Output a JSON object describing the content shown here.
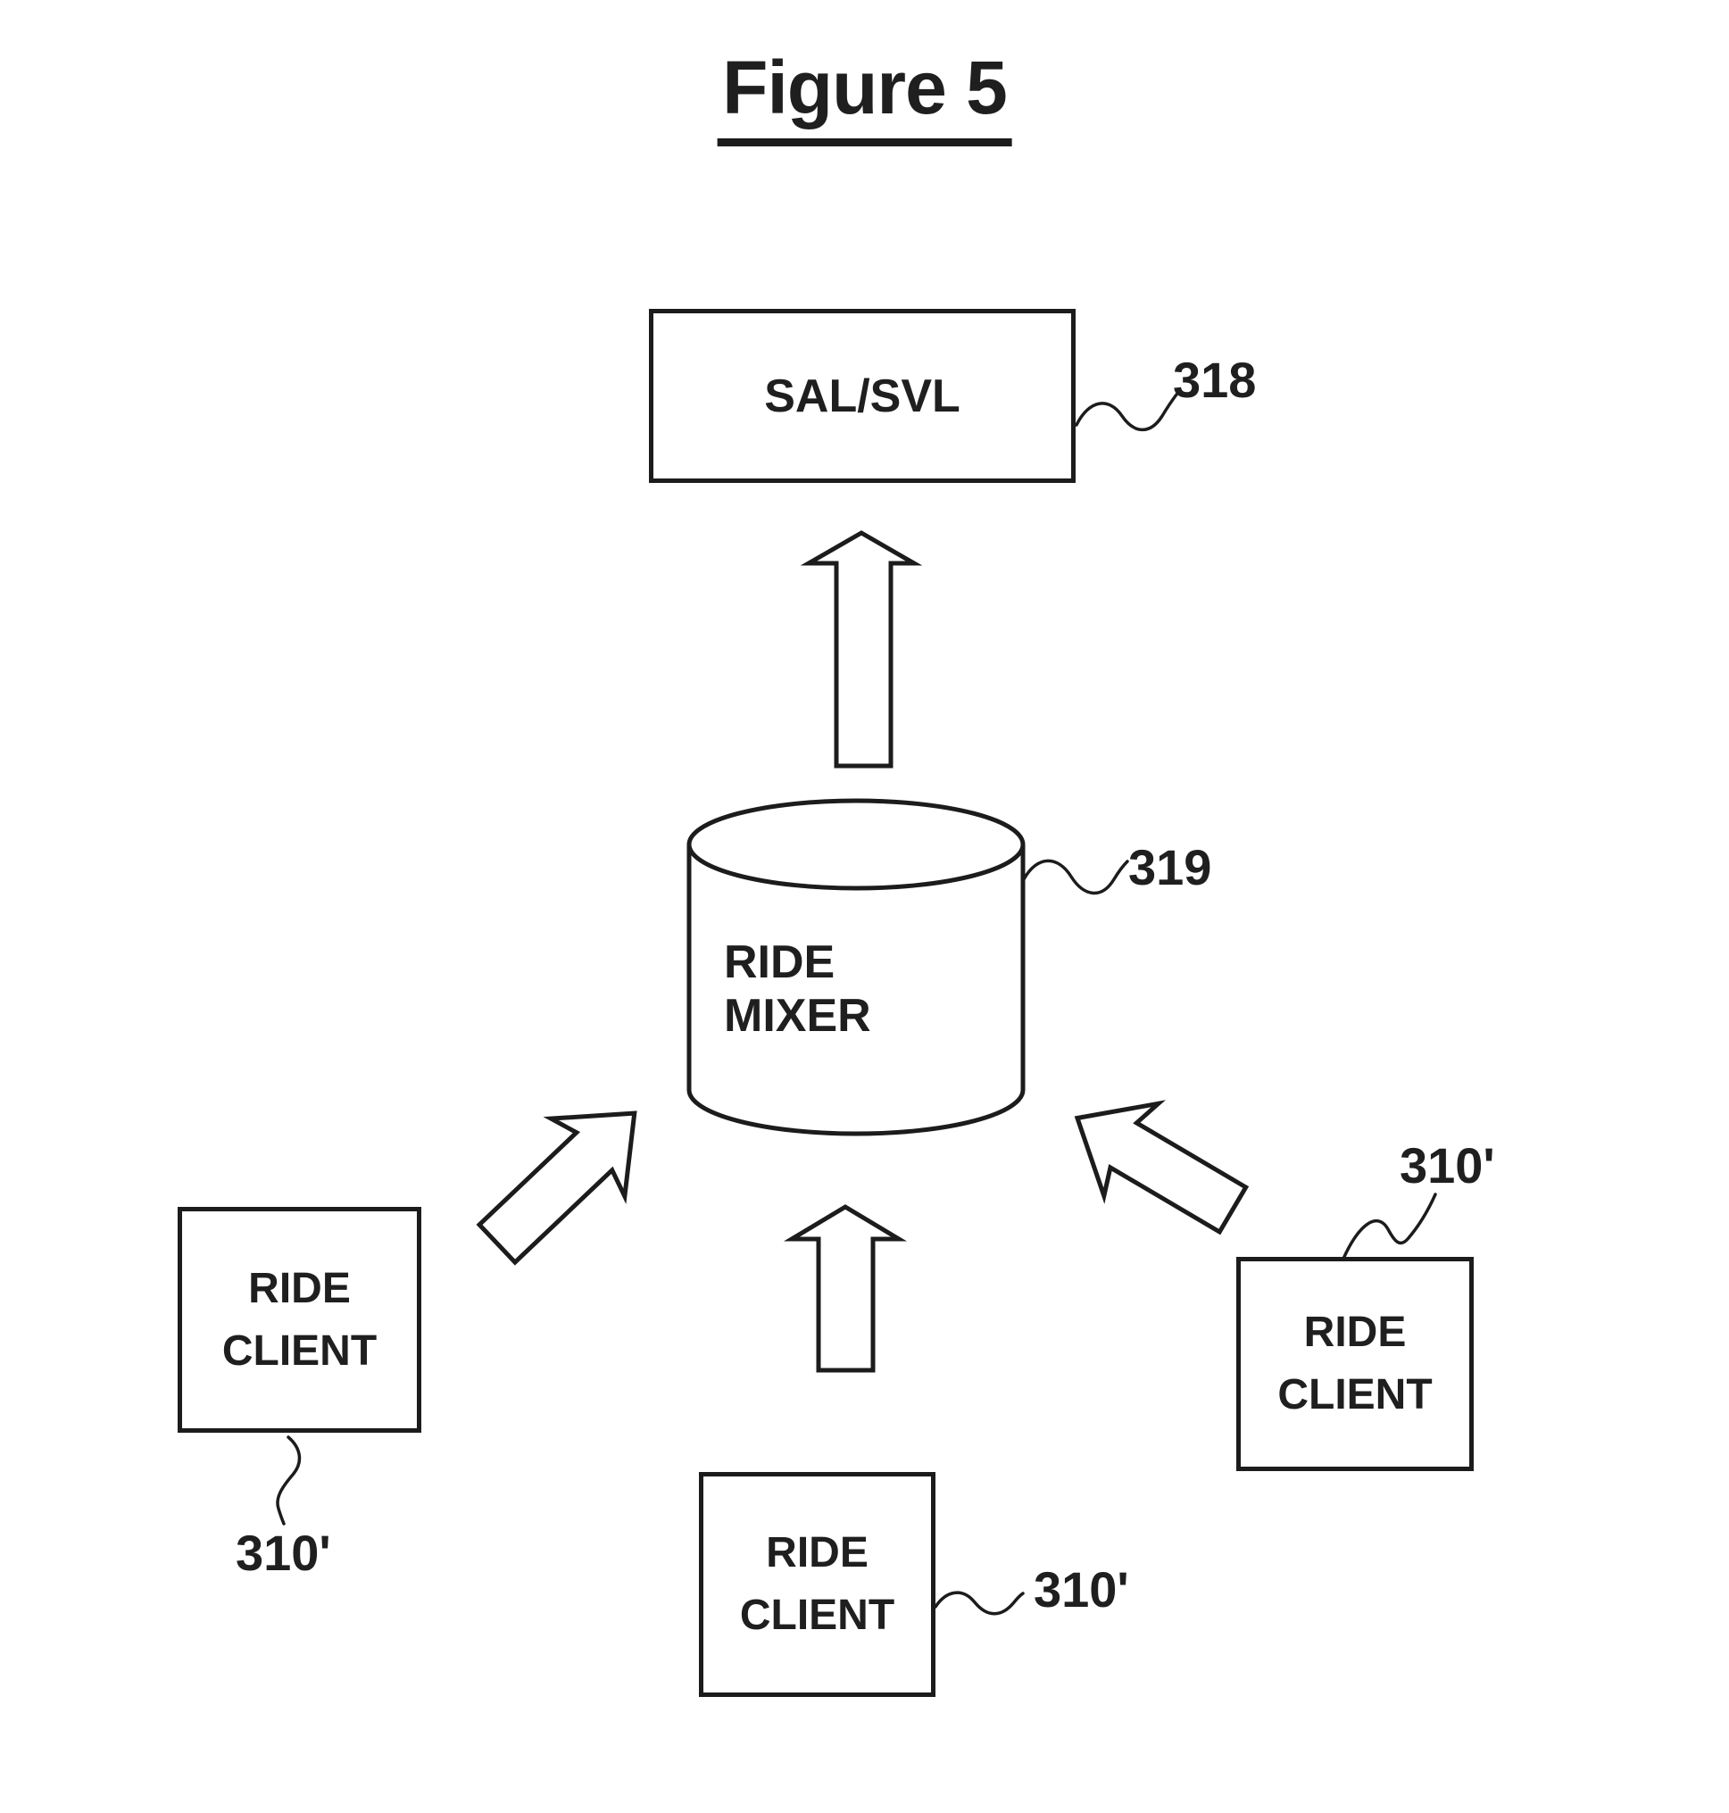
{
  "title": "Figure 5",
  "colors": {
    "ink": "#1c1c1c",
    "paper": "#ffffff"
  },
  "nodes": {
    "sal_svl": {
      "label": "SAL/SVL",
      "ref": "318"
    },
    "ride_mixer": {
      "label": "RIDE MIXER",
      "ref": "319"
    },
    "client_left": {
      "line1": "RIDE",
      "line2": "CLIENT",
      "ref": "310'"
    },
    "client_bottom": {
      "line1": "RIDE",
      "line2": "CLIENT",
      "ref": "310'"
    },
    "client_right": {
      "line1": "RIDE",
      "line2": "CLIENT",
      "ref": "310'"
    }
  }
}
